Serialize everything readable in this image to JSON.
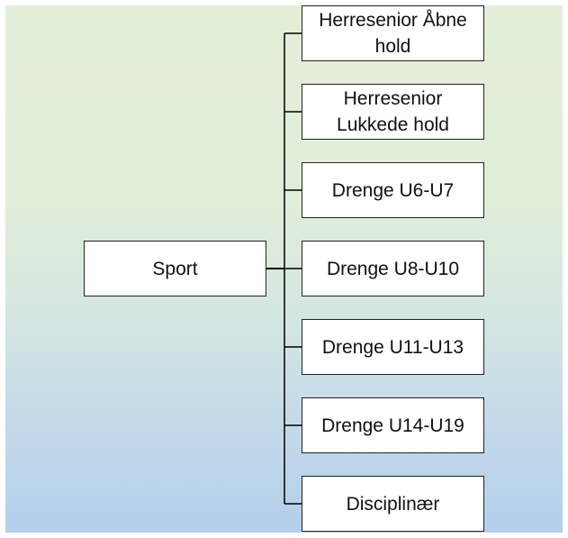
{
  "diagram": {
    "root": {
      "label": "Sport"
    },
    "children": [
      {
        "label": "Herresenior Åbne hold"
      },
      {
        "label": "Herresenior Lukkede hold"
      },
      {
        "label": "Drenge U6-U7"
      },
      {
        "label": "Drenge U8-U10"
      },
      {
        "label": "Drenge U11-U13"
      },
      {
        "label": "Drenge U14-U19"
      },
      {
        "label": "Disciplinær"
      }
    ]
  },
  "colors": {
    "background_top": "#e3efd9",
    "background_bottom": "#b3cfeb",
    "box_fill": "#ffffff",
    "line": "#000000"
  }
}
